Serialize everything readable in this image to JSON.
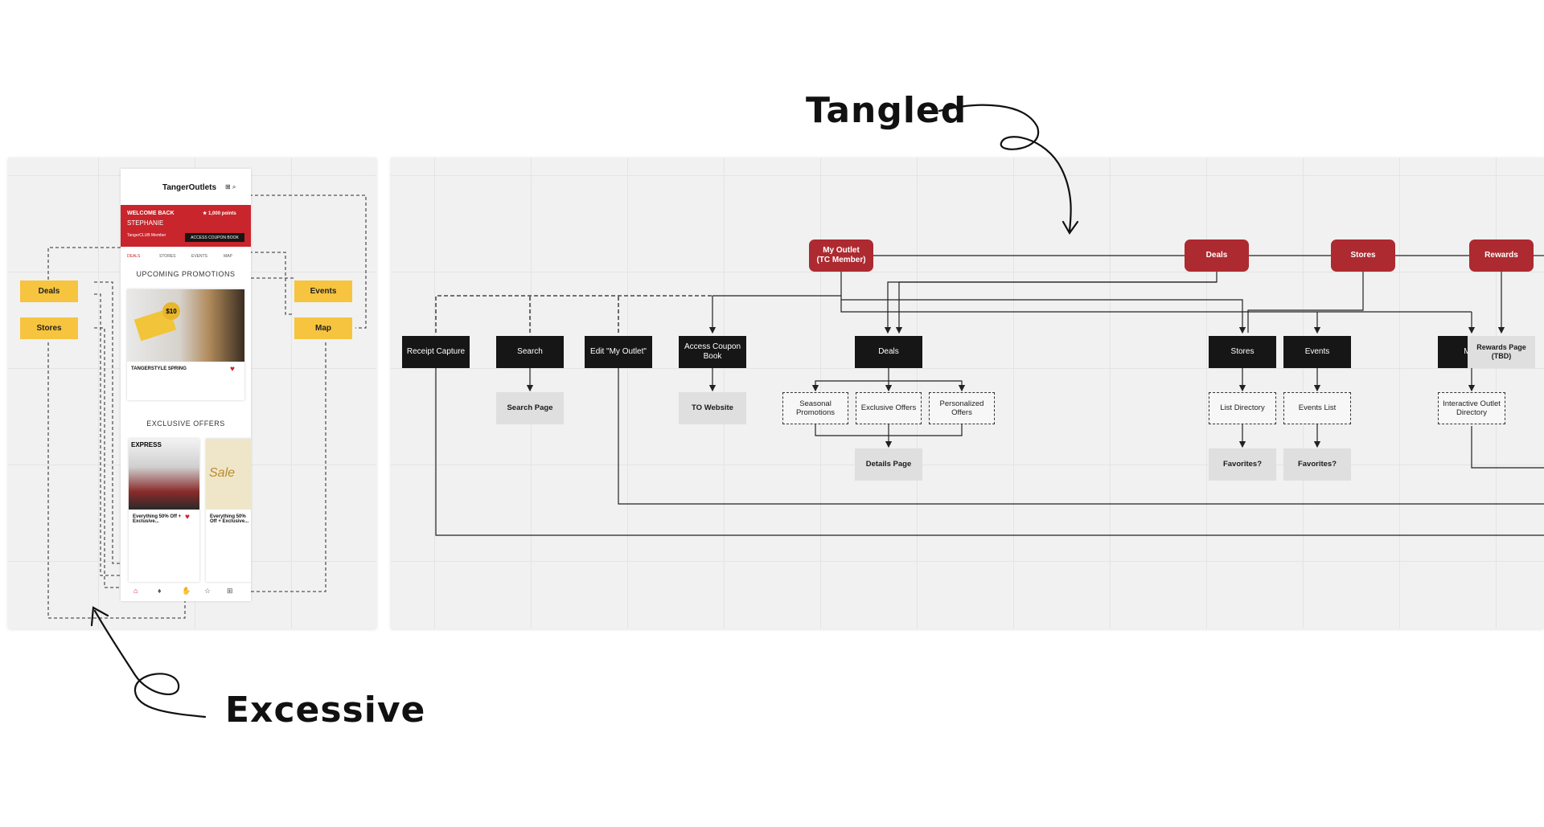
{
  "annotations": {
    "tangled": "Tangled",
    "excessive": "Excessive"
  },
  "left_diagram": {
    "buttons": {
      "deals": "Deals",
      "stores": "Stores",
      "events": "Events",
      "map": "Map"
    },
    "phone": {
      "logo": "TangerOutlets",
      "welcome": "WELCOME BACK",
      "name": "STEPHANIE",
      "points": "★ 1,000 points",
      "member": "TangerCLUB Member",
      "coupon_button": "ACCESS COUPON BOOK",
      "tabs": [
        "DEALS",
        "STORES",
        "EVENTS",
        "MAP"
      ],
      "section1": "UPCOMING PROMOTIONS",
      "promo_title": "TANGERSTYLE SPRING",
      "promo_badge": "$10",
      "section2": "EXCLUSIVE OFFERS",
      "offer_brand": "EXPRESS",
      "offer1": "Everything 50% Off + Exclusive...",
      "offer2": "Everything 50% Off + Exclusive...",
      "offer2_art": "Sale"
    },
    "colors": {
      "yellow": "#f6c43f",
      "red": "#c9252c"
    }
  },
  "right_diagram": {
    "top_nodes": {
      "my_outlet": "My Outlet\n(TC Member)",
      "deals": "Deals",
      "stores": "Stores",
      "rewards": "Rewards"
    },
    "level2": {
      "receipt_capture": "Receipt Capture",
      "search": "Search",
      "edit_my_outlet": "Edit \"My Outlet\"",
      "access_coupon_book": "Access Coupon Book",
      "deals": "Deals",
      "stores": "Stores",
      "events": "Events",
      "map": "Map",
      "rewards_page": "Rewards Page\n(TBD)"
    },
    "level3": {
      "search_page": "Search Page",
      "to_website": "TO Website",
      "seasonal_promotions": "Seasonal Promotions",
      "exclusive_offers": "Exclusive Offers",
      "personalized_offers": "Personalized Offers",
      "list_directory": "List Directory",
      "events_list": "Events List",
      "interactive_outlet_directory": "Interactive Outlet Directory"
    },
    "level4": {
      "details_page": "Details Page",
      "favorites_stores": "Favorites?",
      "favorites_events": "Favorites?"
    },
    "colors": {
      "red": "#ad2a31",
      "black": "#161616",
      "grey": "#dfdfdf"
    }
  }
}
